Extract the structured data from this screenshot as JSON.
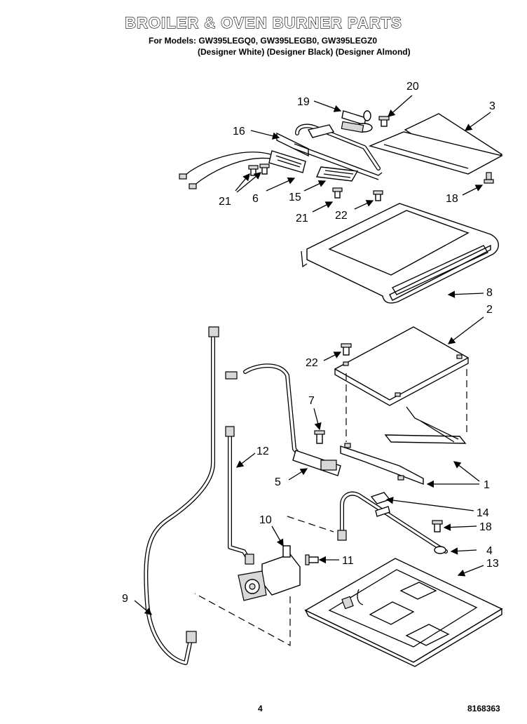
{
  "header": {
    "title": "BROILER & OVEN BURNER PARTS",
    "models_line": "For Models: GW395LEGQ0, GW395LEGB0, GW395LEGZ0",
    "designer_line": "(Designer White) (Designer Black) (Designer Almond)"
  },
  "callouts": {
    "c20": "20",
    "c19": "19",
    "c3": "3",
    "c16": "16",
    "c21a": "21",
    "c6": "6",
    "c15": "15",
    "c18a": "18",
    "c21b": "21",
    "c22a": "22",
    "c8": "8",
    "c2": "2",
    "c22b": "22",
    "c7": "7",
    "c12": "12",
    "c5": "5",
    "c1": "1",
    "c14": "14",
    "c10": "10",
    "c18b": "18",
    "c4": "4",
    "c11": "11",
    "c13": "13",
    "c9": "9"
  },
  "footer": {
    "page_number": "4",
    "document_number": "8168363"
  }
}
